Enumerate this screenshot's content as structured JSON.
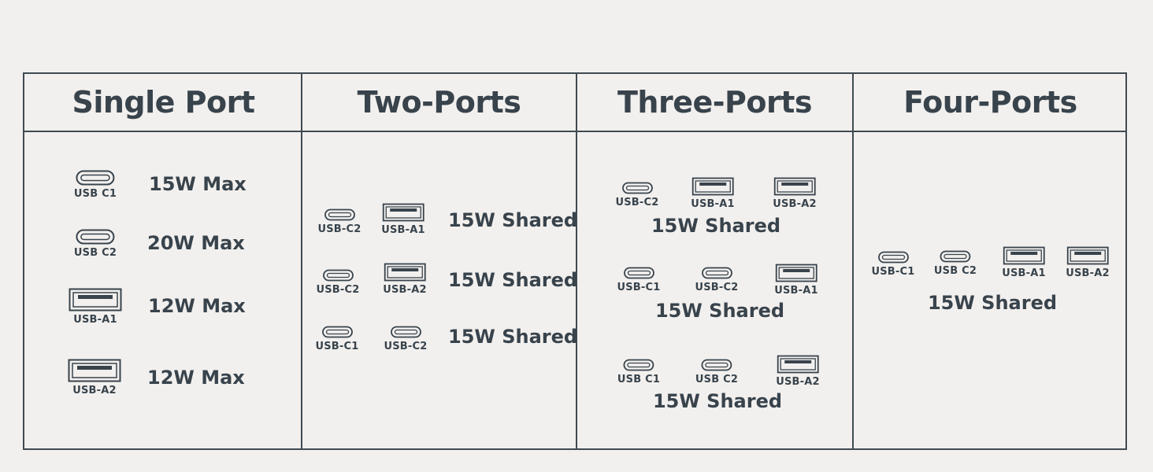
{
  "columns": [
    {
      "header": "Single Port",
      "rows": [
        {
          "ports": [
            {
              "type": "usb-c",
              "label": "USB C1"
            }
          ],
          "spec": "15W Max"
        },
        {
          "ports": [
            {
              "type": "usb-c",
              "label": "USB C2"
            }
          ],
          "spec": "20W Max"
        },
        {
          "ports": [
            {
              "type": "usb-a",
              "label": "USB-A1"
            }
          ],
          "spec": "12W Max"
        },
        {
          "ports": [
            {
              "type": "usb-a",
              "label": "USB-A2"
            }
          ],
          "spec": "12W Max"
        }
      ]
    },
    {
      "header": "Two-Ports",
      "rows": [
        {
          "ports": [
            {
              "type": "usb-c",
              "label": "USB-C2"
            },
            {
              "type": "usb-a",
              "label": "USB-A1"
            }
          ],
          "spec": "15W Shared"
        },
        {
          "ports": [
            {
              "type": "usb-c",
              "label": "USB-C2"
            },
            {
              "type": "usb-a",
              "label": "USB-A2"
            }
          ],
          "spec": "15W Shared"
        },
        {
          "ports": [
            {
              "type": "usb-c",
              "label": "USB-C1"
            },
            {
              "type": "usb-c",
              "label": "USB-C2"
            }
          ],
          "spec": "15W Shared"
        }
      ]
    },
    {
      "header": "Three-Ports",
      "rows": [
        {
          "ports": [
            {
              "type": "usb-c",
              "label": "USB-C2"
            },
            {
              "type": "usb-a",
              "label": "USB-A1"
            },
            {
              "type": "usb-a",
              "label": "USB-A2"
            }
          ],
          "spec": "15W Shared"
        },
        {
          "ports": [
            {
              "type": "usb-c",
              "label": "USB-C1"
            },
            {
              "type": "usb-c",
              "label": "USB-C2"
            },
            {
              "type": "usb-a",
              "label": "USB-A1"
            }
          ],
          "spec": "15W Shared"
        },
        {
          "ports": [
            {
              "type": "usb-c",
              "label": "USB C1"
            },
            {
              "type": "usb-c",
              "label": "USB C2"
            },
            {
              "type": "usb-a",
              "label": "USB-A2"
            }
          ],
          "spec": "15W Shared"
        }
      ]
    },
    {
      "header": "Four-Ports",
      "rows": [
        {
          "ports": [
            {
              "type": "usb-c",
              "label": "USB-C1"
            },
            {
              "type": "usb-c",
              "label": "USB C2"
            },
            {
              "type": "usb-a",
              "label": "USB-A1"
            },
            {
              "type": "usb-a",
              "label": "USB-A2"
            }
          ],
          "spec": "15W Shared"
        }
      ]
    }
  ],
  "colors": {
    "background": "#f2f0ee",
    "ink": "#38434c",
    "border": "#3f4a52"
  },
  "icons": {
    "usb-c": "usb-c-port-icon",
    "usb-a": "usb-a-port-icon"
  }
}
